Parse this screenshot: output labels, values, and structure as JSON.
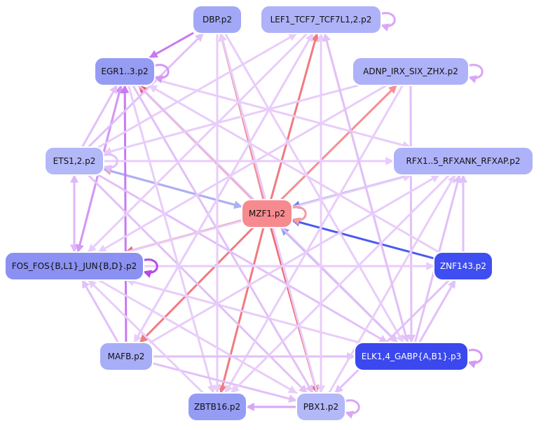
{
  "nodes": [
    {
      "id": "DBP",
      "label": "DBP.p2",
      "fill": "#a2a8f6",
      "text_color": "#111111"
    },
    {
      "id": "LEF1",
      "label": "LEF1_TCF7_TCF7L1,2.p2",
      "fill": "#aeb2f8",
      "text_color": "#111111"
    },
    {
      "id": "EGR1",
      "label": "EGR1..3.p2",
      "fill": "#959cf4",
      "text_color": "#111111"
    },
    {
      "id": "ADNP",
      "label": "ADNP_IRX_SIX_ZHX.p2",
      "fill": "#aeb2f8",
      "text_color": "#111111"
    },
    {
      "id": "ETS1",
      "label": "ETS1,2.p2",
      "fill": "#b3b8f8",
      "text_color": "#111111"
    },
    {
      "id": "RFX",
      "label": "RFX1..5_RFXANK_RFXAP.p2",
      "fill": "#aeb2f8",
      "text_color": "#111111"
    },
    {
      "id": "MZF1",
      "label": "MZF1.p2",
      "fill": "#f78a8f",
      "text_color": "#111111"
    },
    {
      "id": "FOS",
      "label": "FOS_FOS{B,L1}_JUN{B,D}.p2",
      "fill": "#8a91f2",
      "text_color": "#111111"
    },
    {
      "id": "ZNF143",
      "label": "ZNF143.p2",
      "fill": "#3f4ef0",
      "text_color": "#ffffff"
    },
    {
      "id": "MAFB",
      "label": "MAFB.p2",
      "fill": "#a8adf7",
      "text_color": "#111111"
    },
    {
      "id": "ELK1",
      "label": "ELK1,4_GABP{A,B1}.p3",
      "fill": "#3a48ee",
      "text_color": "#ffffff"
    },
    {
      "id": "ZBTB16",
      "label": "ZBTB16.p2",
      "fill": "#959cf4",
      "text_color": "#111111"
    },
    {
      "id": "PBX1",
      "label": "PBX1.p2",
      "fill": "#b3b8f8",
      "text_color": "#111111"
    }
  ],
  "edges": [
    {
      "from": "DBP",
      "to": "EGR1",
      "color": "#c879f2"
    },
    {
      "from": "MZF1",
      "to": "EGR1",
      "color": "#ef5a5f"
    },
    {
      "from": "MZF1",
      "to": "DBP",
      "color": "#f58f95"
    },
    {
      "from": "MZF1",
      "to": "LEF1",
      "color": "#f07a80"
    },
    {
      "from": "MZF1",
      "to": "ADNP",
      "color": "#f58f95"
    },
    {
      "from": "MZF1",
      "to": "FOS",
      "color": "#ef6b71"
    },
    {
      "from": "MZF1",
      "to": "MAFB",
      "color": "#f07a80"
    },
    {
      "from": "MZF1",
      "to": "ZBTB16",
      "color": "#f07a80"
    },
    {
      "from": "MZF1",
      "to": "PBX1",
      "color": "#ef6b71"
    },
    {
      "from": "MZF1",
      "to": "RFX",
      "color": "#f6b0c6"
    },
    {
      "from": "MZF1",
      "to": "ETS1",
      "color": "#f59ba4"
    },
    {
      "from": "ZNF143",
      "to": "MZF1",
      "color": "#4a5af0"
    },
    {
      "from": "RFX",
      "to": "MZF1",
      "color": "#6a7ef2"
    },
    {
      "from": "ETS1",
      "to": "MZF1",
      "color": "#aab0f4"
    },
    {
      "from": "ELK1",
      "to": "MZF1",
      "color": "#8a9cf2"
    },
    {
      "from": "FOS",
      "to": "EGR1",
      "color": "#cf8af5"
    },
    {
      "from": "MAFB",
      "to": "EGR1",
      "color": "#c879f2"
    },
    {
      "from": "FOS",
      "to": "ETS1",
      "color": "#e0b8f8"
    },
    {
      "from": "ETS1",
      "to": "FOS",
      "color": "#e0b8f8"
    },
    {
      "from": "EGR1",
      "to": "FOS",
      "color": "#d399f5"
    },
    {
      "from": "MAFB",
      "to": "FOS",
      "color": "#e2c0f8"
    },
    {
      "from": "ELK1",
      "to": "FOS",
      "color": "#e8cdfa"
    },
    {
      "from": "ETS1",
      "to": "DBP",
      "color": "#e2c0f8"
    },
    {
      "from": "ETS1",
      "to": "EGR1",
      "color": "#e2c0f8"
    },
    {
      "from": "ETS1",
      "to": "LEF1",
      "color": "#e8cdfa"
    },
    {
      "from": "ETS1",
      "to": "RFX",
      "color": "#e8cdfa"
    },
    {
      "from": "ETS1",
      "to": "ELK1",
      "color": "#e2c0f8"
    },
    {
      "from": "ETS1",
      "to": "PBX1",
      "color": "#e2c0f8"
    },
    {
      "from": "EGR1",
      "to": "ELK1",
      "color": "#e2c0f8"
    },
    {
      "from": "EGR1",
      "to": "PBX1",
      "color": "#e2c0f8"
    },
    {
      "from": "EGR1",
      "to": "ZBTB16",
      "color": "#e8cdfa"
    },
    {
      "from": "EGR1",
      "to": "RFX",
      "color": "#e8cdfa"
    },
    {
      "from": "DBP",
      "to": "ZBTB16",
      "color": "#e8cdfa"
    },
    {
      "from": "DBP",
      "to": "ELK1",
      "color": "#e8cdfa"
    },
    {
      "from": "LEF1",
      "to": "ELK1",
      "color": "#e2c0f8"
    },
    {
      "from": "LEF1",
      "to": "FOS",
      "color": "#e8cdfa"
    },
    {
      "from": "LEF1",
      "to": "PBX1",
      "color": "#e8cdfa"
    },
    {
      "from": "LEF1",
      "to": "MAFB",
      "color": "#e8cdfa"
    },
    {
      "from": "ADNP",
      "to": "ELK1",
      "color": "#e2c0f8"
    },
    {
      "from": "ADNP",
      "to": "FOS",
      "color": "#e8cdfa"
    },
    {
      "from": "ADNP",
      "to": "ZBTB16",
      "color": "#e8cdfa"
    },
    {
      "from": "ADNP",
      "to": "ETS1",
      "color": "#e8cdfa"
    },
    {
      "from": "FOS",
      "to": "RFX",
      "color": "#e8cdfa"
    },
    {
      "from": "FOS",
      "to": "ZNF143",
      "color": "#e8cdfa"
    },
    {
      "from": "FOS",
      "to": "PBX1",
      "color": "#e8cdfa"
    },
    {
      "from": "MAFB",
      "to": "ELK1",
      "color": "#e2c0f8"
    },
    {
      "from": "MAFB",
      "to": "PBX1",
      "color": "#e2c0f8"
    },
    {
      "from": "MAFB",
      "to": "RFX",
      "color": "#e8cdfa"
    },
    {
      "from": "MAFB",
      "to": "LEF1",
      "color": "#e8cdfa"
    },
    {
      "from": "PBX1",
      "to": "ZBTB16",
      "color": "#d9a6f7"
    },
    {
      "from": "PBX1",
      "to": "RFX",
      "color": "#e8cdfa"
    },
    {
      "from": "PBX1",
      "to": "LEF1",
      "color": "#e8cdfa"
    },
    {
      "from": "PBX1",
      "to": "DBP",
      "color": "#e8cdfa"
    },
    {
      "from": "ELK1",
      "to": "ZNF143",
      "color": "#e2c0f8"
    },
    {
      "from": "ELK1",
      "to": "RFX",
      "color": "#e2c0f8"
    },
    {
      "from": "ELK1",
      "to": "LEF1",
      "color": "#e2c0f8"
    },
    {
      "from": "ZNF143",
      "to": "RFX",
      "color": "#e2c0f8"
    },
    {
      "from": "ZNF143",
      "to": "PBX1",
      "color": "#e2c0f8"
    },
    {
      "from": "ZNF143",
      "to": "EGR1",
      "color": "#e8cdfa"
    },
    {
      "from": "RFX",
      "to": "ZBTB16",
      "color": "#e8cdfa"
    },
    {
      "from": "ZBTB16",
      "to": "FOS",
      "color": "#e8cdfa"
    }
  ],
  "self_loops": [
    {
      "node": "LEF1",
      "color": "#d9a6f7"
    },
    {
      "node": "EGR1",
      "color": "#d399f5"
    },
    {
      "node": "ADNP",
      "color": "#d9a6f7"
    },
    {
      "node": "ETS1",
      "color": "#e2c0f8"
    },
    {
      "node": "MZF1",
      "color": "#f59ba4"
    },
    {
      "node": "FOS",
      "color": "#b14ce8"
    },
    {
      "node": "ELK1",
      "color": "#d399f5"
    },
    {
      "node": "PBX1",
      "color": "#d9a6f7"
    }
  ]
}
